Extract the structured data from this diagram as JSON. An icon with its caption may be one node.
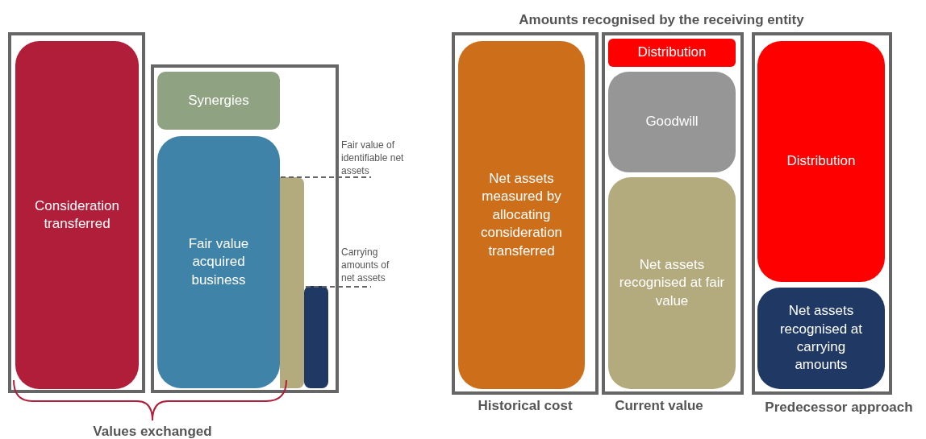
{
  "diagram": {
    "title": "Amounts recognised by the receiving entity",
    "nodes": [
      {
        "text": [],
        "shape": "box"
      },
      {
        "text": [
          "Consideration transferred"
        ],
        "in": 0
      },
      {
        "text": [],
        "shape": "box"
      },
      {
        "text": [
          "Synergies"
        ],
        "in": 2
      },
      {
        "text": [
          "Fair value acquired business"
        ],
        "in": 2
      },
      {
        "text": [],
        "shape": "bar",
        "in": 2
      },
      {
        "text": [],
        "shape": "bar",
        "in": 2
      },
      {
        "text": [],
        "shape": "box"
      },
      {
        "text": [
          "Net assets measured by allocating consideration transferred"
        ],
        "in": 7
      },
      {
        "text": [],
        "shape": "box"
      },
      {
        "text": [
          "Distribution"
        ],
        "in": 9
      },
      {
        "text": [
          "Goodwill"
        ],
        "in": 9
      },
      {
        "text": [
          "Net assets recognised at fair value"
        ],
        "in": 9
      },
      {
        "text": [],
        "shape": "box"
      },
      {
        "text": [
          "Distribution"
        ],
        "in": 13
      },
      {
        "text": [
          "Net assets recognised at carrying amounts"
        ],
        "in": 13
      }
    ],
    "labels": [
      "Fair value of identifiable net assets",
      "Carrying amounts of net assets",
      "Values exchanged",
      "Historical cost",
      "Current value",
      "Predecessor approach"
    ]
  }
}
